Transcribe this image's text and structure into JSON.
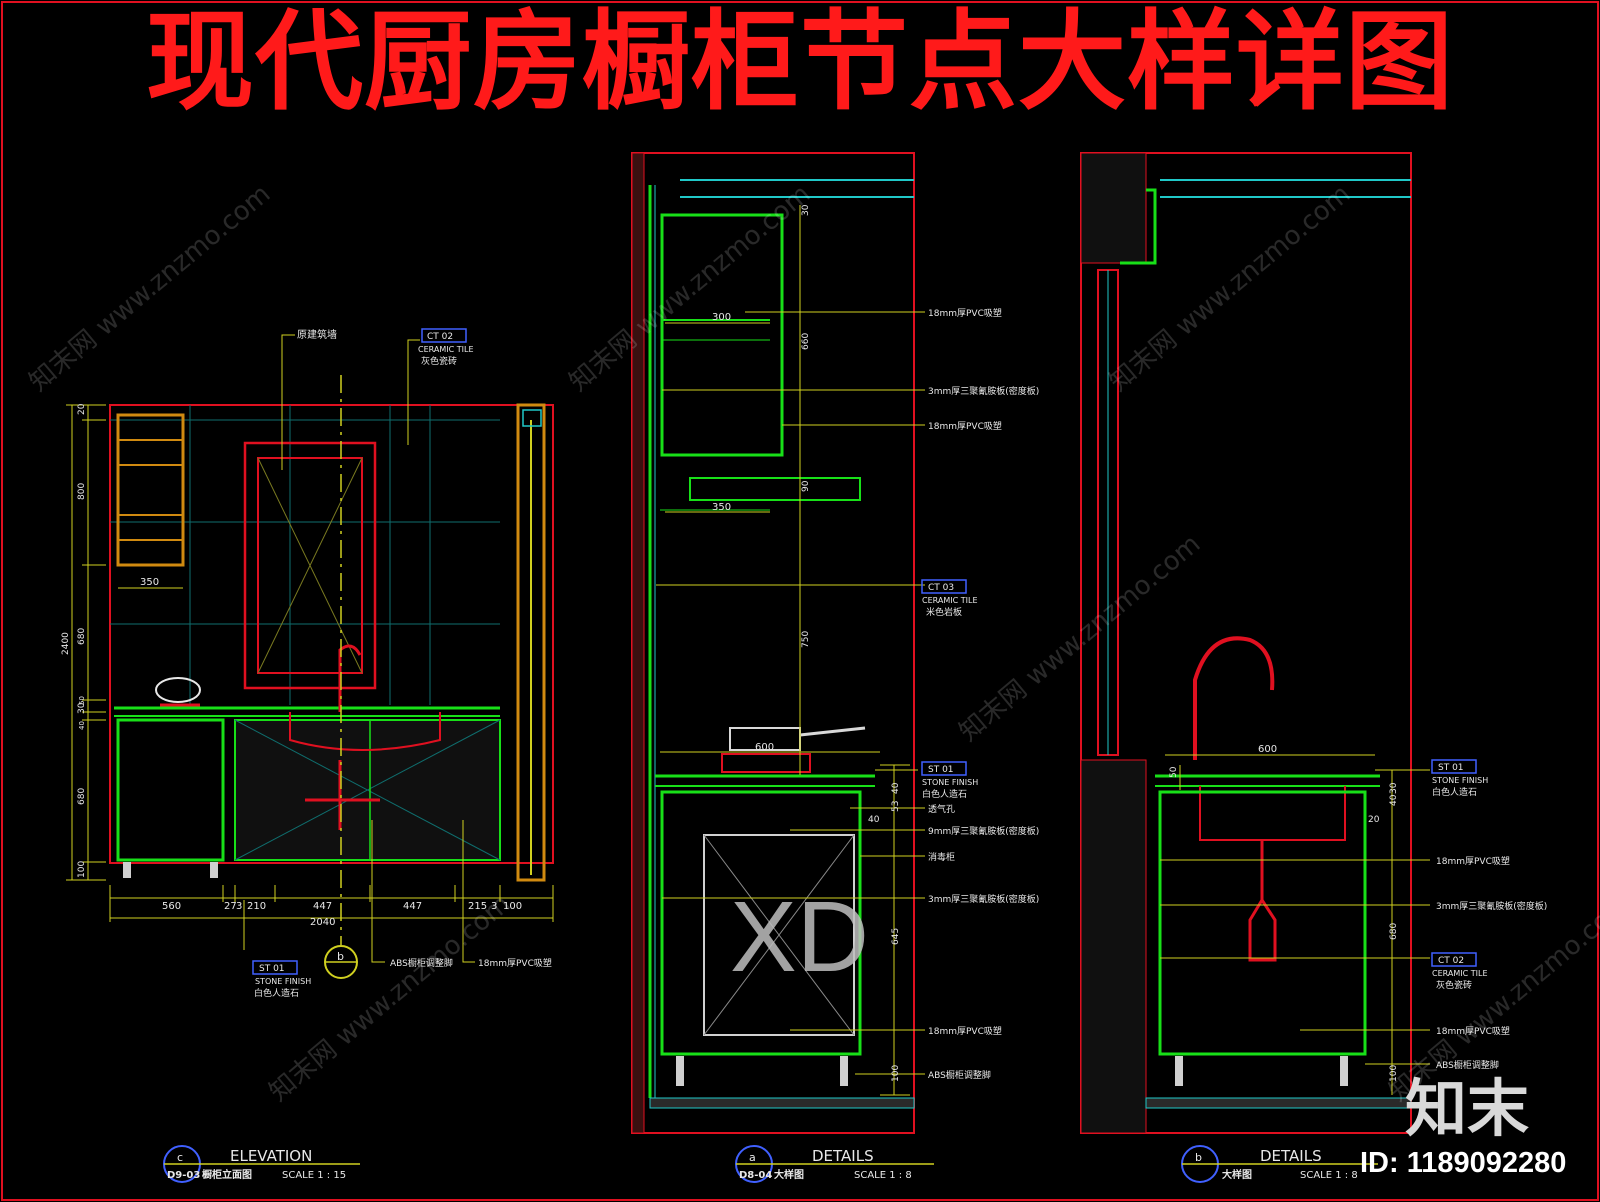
{
  "title": "现代厨房橱柜节点大样详图",
  "watermark": "知末网 www.znzmo.com",
  "brand_logo": "知末",
  "image_id": "ID: 1189092280",
  "stamp": "XD",
  "colors": {
    "title": "#ff1a1a",
    "frame": "#e01020",
    "cabinet": "#18e018",
    "dim": "#d0d020",
    "label": "#ffffff",
    "cyan": "#20c8c8"
  },
  "elevation": {
    "dims_h": [
      "560",
      "27",
      "3",
      "210",
      "447",
      "447",
      "215",
      "3",
      "100"
    ],
    "total_w": "2040",
    "dims_v": [
      "20",
      "800",
      "680",
      "30",
      "40",
      "50",
      "680",
      "100"
    ],
    "total_h": "2400",
    "w350": "350",
    "labels": {
      "wall": "原建筑墙",
      "tile_tag": "CT  02",
      "tile_name": "CERAMIC TILE",
      "tile_cn": "灰色瓷砖",
      "stone_tag": "ST  01",
      "stone_name": "STONE FINISH",
      "stone_cn": "白色人造石",
      "abs": "ABS橱柜调整脚",
      "pvc": "18mm厚PVC吸塑",
      "sym": "b"
    }
  },
  "detail_a": {
    "d300": "300",
    "d350": "350",
    "d600": "600",
    "d660": "660",
    "d90": "90",
    "d750": "750",
    "d30": "30",
    "d40": "40",
    "d53": "53",
    "d40b": "40",
    "d645": "645",
    "d100": "100",
    "labels": [
      "18mm厚PVC吸塑",
      "3mm厚三聚氰胺板(密度板)",
      "18mm厚PVC吸塑",
      "透气孔",
      "9mm厚三聚氰胺板(密度板)",
      "消毒柜",
      "3mm厚三聚氰胺板(密度板)",
      "18mm厚PVC吸塑",
      "ABS橱柜调整脚"
    ],
    "ct_tag": "CT  03",
    "ct_name": "CERAMIC TILE",
    "ct_cn": "米色岩板",
    "st_tag": "ST  01",
    "st_name": "STONE FINISH",
    "st_cn": "白色人造石"
  },
  "detail_b": {
    "d600": "600",
    "d50": "50",
    "d30": "30",
    "d40": "40",
    "d20": "20",
    "d680": "680",
    "d100": "100",
    "labels": [
      "18mm厚PVC吸塑",
      "3mm厚三聚氰胺板(密度板)",
      "18mm厚PVC吸塑",
      "ABS橱柜调整脚"
    ],
    "st_tag": "ST  01",
    "st_name": "STONE FINISH",
    "st_cn": "白色人造石",
    "ct_tag": "CT  02",
    "ct_name": "CERAMIC TILE",
    "ct_cn": "灰色瓷砖"
  },
  "title_blocks": [
    {
      "sym": "c",
      "sheet": "D9-03",
      "heading": "ELEVATION",
      "cn": "橱柜立面图",
      "scale": "SCALE 1 : 15"
    },
    {
      "sym": "a",
      "sheet": "D8-04",
      "heading": "DETAILS",
      "cn": "大样图",
      "scale": "SCALE 1 : 8"
    },
    {
      "sym": "b",
      "sheet": "",
      "heading": "DETAILS",
      "cn": "大样图",
      "scale": "SCALE 1 : 8"
    }
  ]
}
